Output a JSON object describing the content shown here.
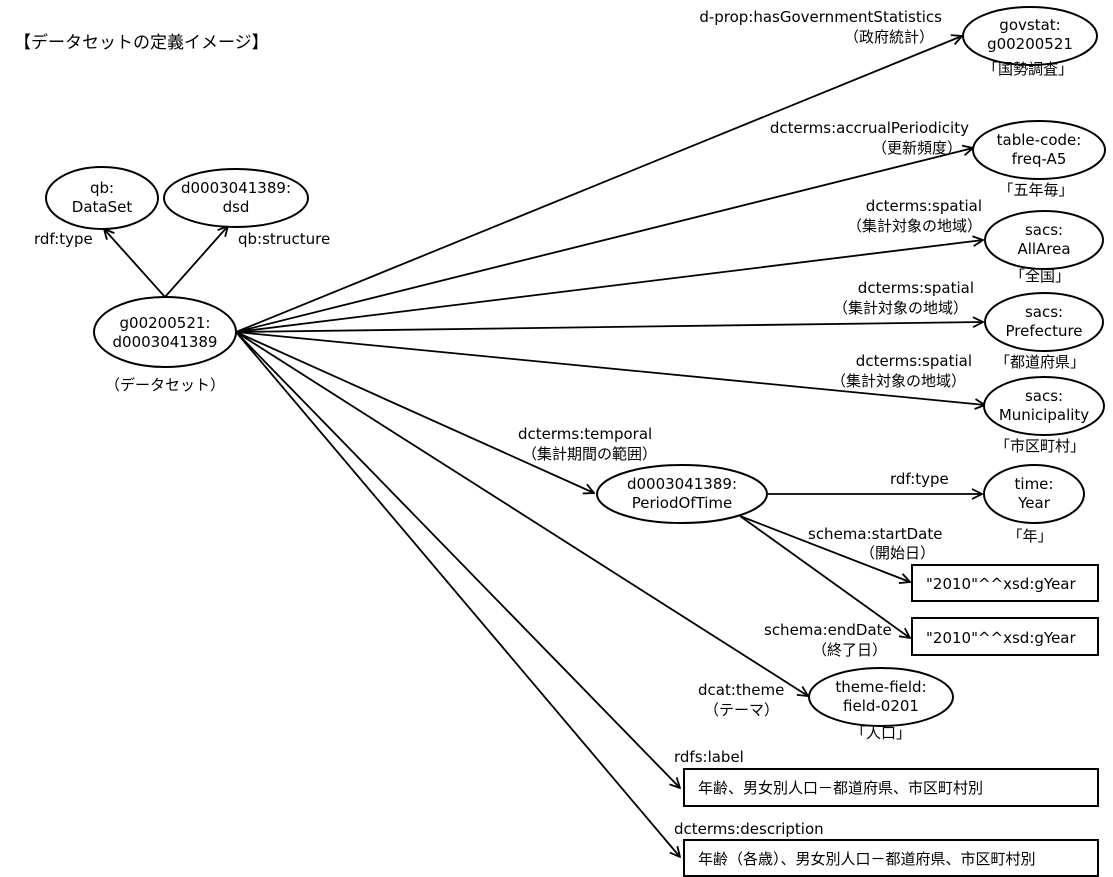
{
  "title": "【データセットの定義イメージ】",
  "nodes": {
    "dataset": {
      "lines": [
        "g00200521:",
        "d0003041389"
      ],
      "caption": "（データセット）"
    },
    "qb_dataset": {
      "lines": [
        "qb:",
        "DataSet"
      ]
    },
    "dsd": {
      "lines": [
        "d0003041389:",
        "dsd"
      ]
    },
    "govstat": {
      "lines": [
        "govstat:",
        "g00200521"
      ],
      "caption": "「国勢調査」"
    },
    "freq": {
      "lines": [
        "table-code:",
        "freq-A5"
      ],
      "caption": "「五年毎」"
    },
    "allarea": {
      "lines": [
        "sacs:",
        "AllArea"
      ],
      "caption": "「全国」"
    },
    "prefecture": {
      "lines": [
        "sacs:",
        "Prefecture"
      ],
      "caption": "「都道府県」"
    },
    "municipality": {
      "lines": [
        "sacs:",
        "Municipality"
      ],
      "caption": "「市区町村」"
    },
    "period": {
      "lines": [
        "d0003041389:",
        "PeriodOfTime"
      ]
    },
    "year": {
      "lines": [
        "time:",
        "Year"
      ],
      "caption": "「年」"
    },
    "start_lit": {
      "lines": [
        "\"2010\"^^xsd:gYear"
      ]
    },
    "end_lit": {
      "lines": [
        "\"2010\"^^xsd:gYear"
      ]
    },
    "theme": {
      "lines": [
        "theme-field:",
        "field-0201"
      ],
      "caption": "「人口」"
    },
    "label_lit": {
      "lines": [
        "年齢、男女別人口－都道府県、市区町村別"
      ]
    },
    "desc_lit": {
      "lines": [
        "年齢（各歳）、男女別人口－都道府県、市区町村別"
      ]
    }
  },
  "edges": {
    "rdf_type": {
      "lines": [
        "rdf:type"
      ]
    },
    "structure": {
      "lines": [
        "qb:structure"
      ]
    },
    "gov": {
      "lines": [
        "d-prop:hasGovernmentStatistics",
        "（政府統計）"
      ]
    },
    "accrual": {
      "lines": [
        "dcterms:accrualPeriodicity",
        "（更新頻度）"
      ]
    },
    "spatial1": {
      "lines": [
        "dcterms:spatial",
        "（集計対象の地域）"
      ]
    },
    "spatial2": {
      "lines": [
        "dcterms:spatial",
        "（集計対象の地域）"
      ]
    },
    "spatial3": {
      "lines": [
        "dcterms:spatial",
        "（集計対象の地域）"
      ]
    },
    "temporal": {
      "lines": [
        "dcterms:temporal",
        "（集計期間の範囲）"
      ]
    },
    "period_type": {
      "lines": [
        "rdf:type"
      ]
    },
    "start": {
      "lines": [
        "schema:startDate",
        "（開始日）"
      ]
    },
    "end": {
      "lines": [
        "schema:endDate",
        "（終了日）"
      ]
    },
    "theme": {
      "lines": [
        "dcat:theme",
        "（テーマ）"
      ]
    },
    "label": {
      "lines": [
        "rdfs:label"
      ]
    },
    "description": {
      "lines": [
        "dcterms:description"
      ]
    }
  }
}
